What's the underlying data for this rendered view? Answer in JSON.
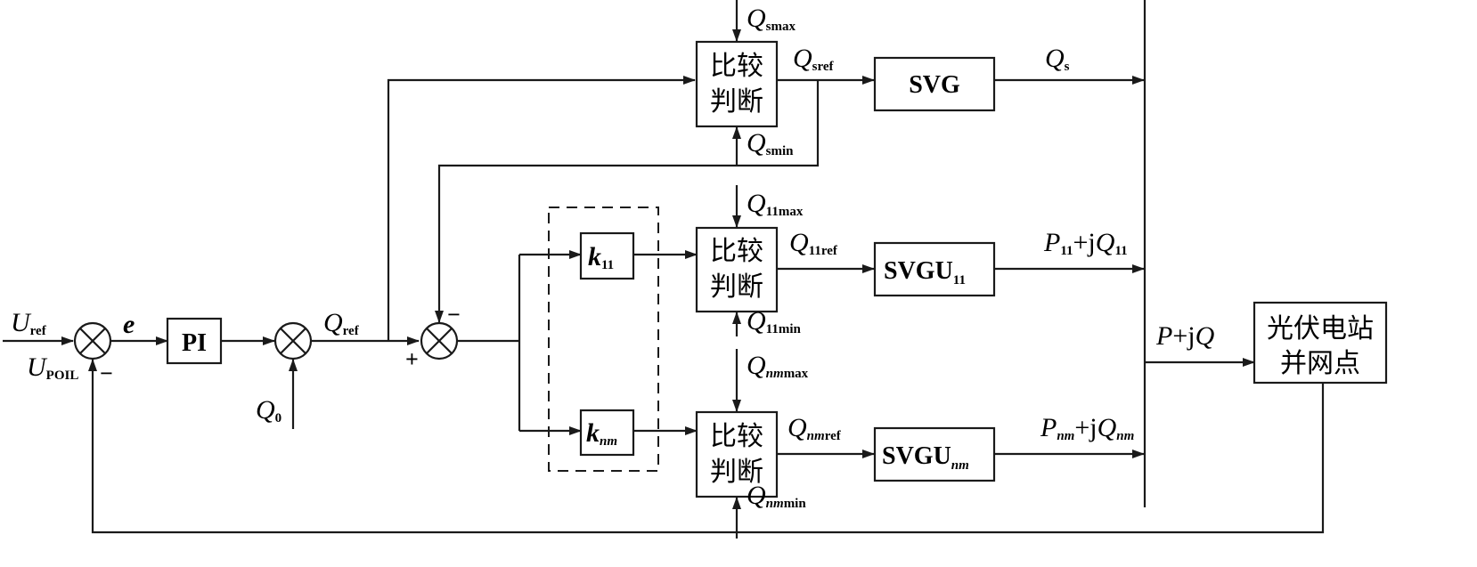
{
  "diagram": {
    "type": "control-block-diagram",
    "inputs": {
      "u_ref": {
        "main": "U",
        "sub": "ref"
      },
      "u_poil": {
        "main": "U",
        "sub": "POIL"
      },
      "error": "e",
      "q0": {
        "main": "Q",
        "sub": "0"
      },
      "q_ref": {
        "main": "Q",
        "sub": "ref"
      }
    },
    "signs": {
      "poil_minus": "−",
      "fb_minus": "−",
      "qref_plus": "+"
    },
    "blocks": {
      "pi": "PI",
      "k11": {
        "main": "k",
        "sub": "11"
      },
      "knm": {
        "main": "k",
        "sub": "nm"
      },
      "compare": "比较",
      "judge": "判断",
      "svg": "SVG",
      "svgu11": {
        "main": "SVGU",
        "sub": "11"
      },
      "svgunm": {
        "main": "SVGU",
        "sub": "nm"
      },
      "grid_line1": "光伏电站",
      "grid_line2": "并网点"
    },
    "branch_s": {
      "max": {
        "main": "Q",
        "sub": "smax"
      },
      "min": {
        "main": "Q",
        "sub": "smin"
      },
      "ref": {
        "main": "Q",
        "sub": "sref"
      },
      "out": {
        "main": "Q",
        "sub": "s"
      }
    },
    "branch_11": {
      "max": {
        "main": "Q",
        "sub": "11max"
      },
      "min": {
        "main": "Q",
        "sub": "11min"
      },
      "ref": {
        "main": "Q",
        "sub": "11ref"
      },
      "out": {
        "p": "P",
        "psub": "11",
        "mid": "+j",
        "q": "Q",
        "qsub": "11"
      }
    },
    "branch_nm": {
      "max": {
        "main": "Q",
        "subit": "nm",
        "sub": "max"
      },
      "min": {
        "main": "Q",
        "subit": "nm",
        "sub": "min"
      },
      "ref": {
        "main": "Q",
        "subit": "nm",
        "sub": "ref"
      },
      "out": {
        "p": "P",
        "psub": "nm",
        "mid": "+j",
        "q": "Q",
        "qsub": "nm"
      }
    },
    "total_output": {
      "p": "P",
      "mid": "+j",
      "q": "Q"
    }
  }
}
